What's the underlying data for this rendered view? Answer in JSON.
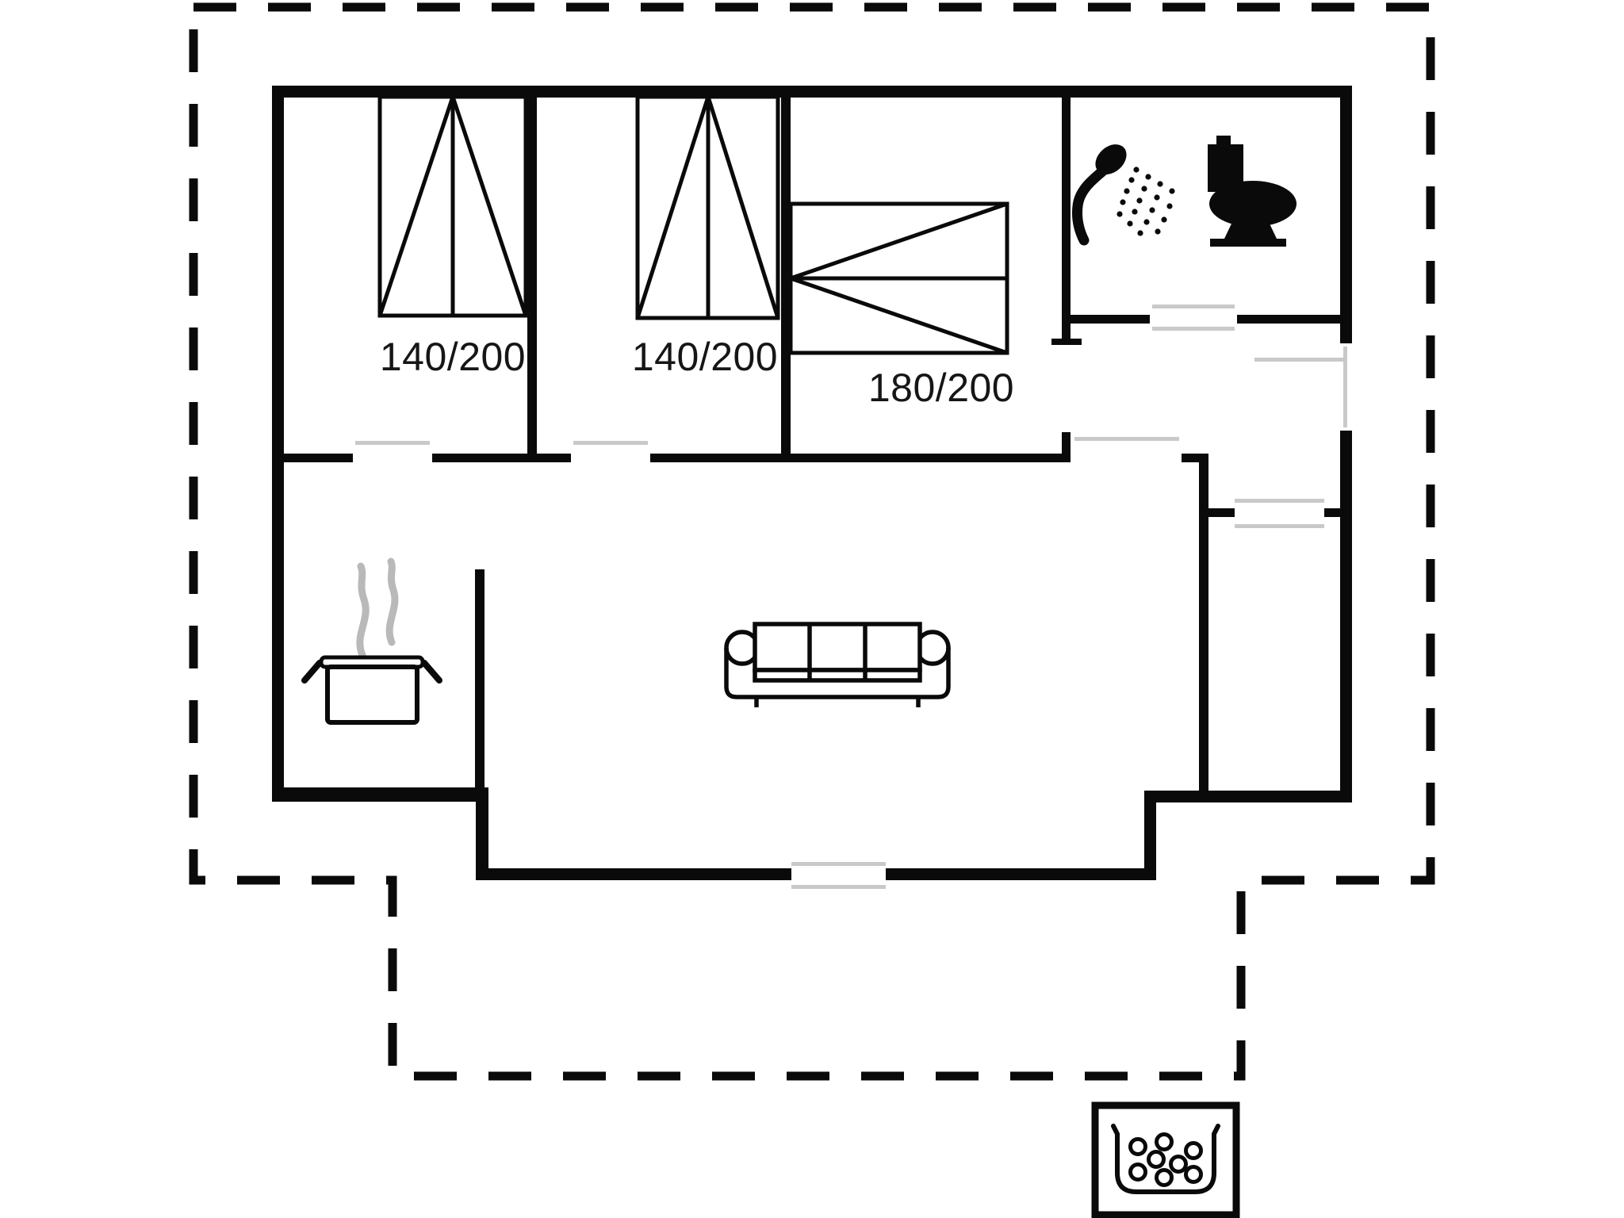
{
  "page": {
    "background": "#ffffff"
  },
  "colors": {
    "line": "#0a0a0a",
    "steam": "#b9b9b9",
    "door_marker": "#c9c9c9"
  },
  "beds": [
    {
      "id": "bed-1",
      "label": "140/200"
    },
    {
      "id": "bed-2",
      "label": "140/200"
    },
    {
      "id": "bed-3",
      "label": "180/200"
    }
  ],
  "icons": [
    {
      "name": "double-bed-icon"
    },
    {
      "name": "shower-icon"
    },
    {
      "name": "toilet-icon"
    },
    {
      "name": "cooking-pot-icon"
    },
    {
      "name": "steam-icon"
    },
    {
      "name": "sofa-icon"
    },
    {
      "name": "hot-tub-icon"
    }
  ]
}
